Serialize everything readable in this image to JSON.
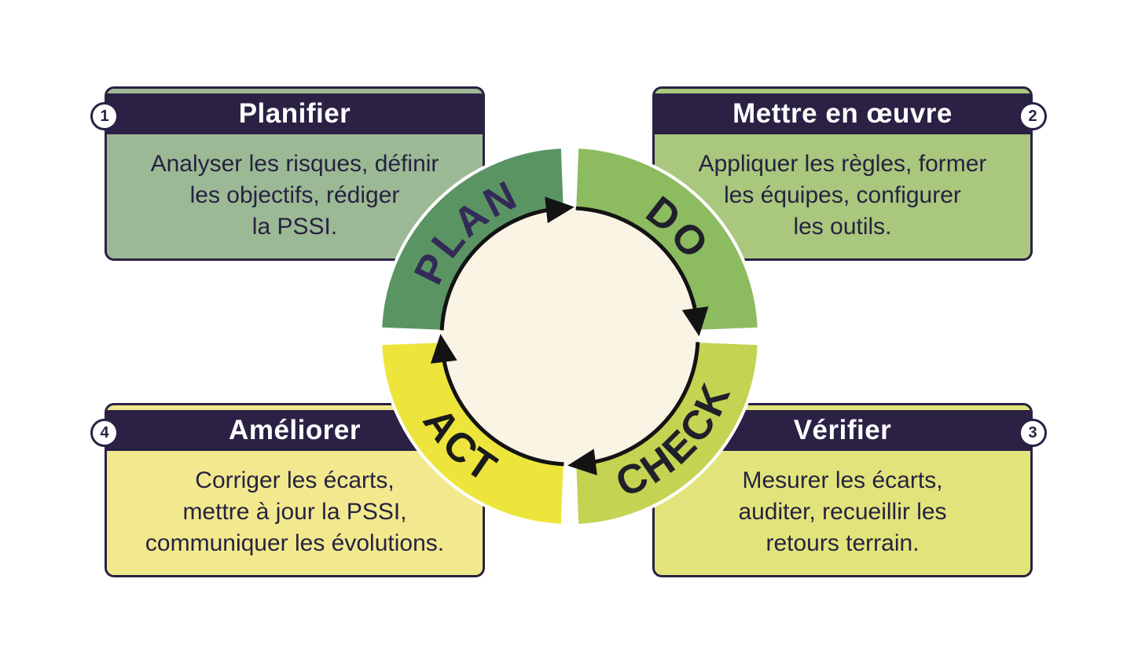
{
  "cards": [
    {
      "number": "1",
      "title": "Planifier",
      "body": "Analyser les risques, définir\nles objectifs, rédiger\nla PSSI.",
      "body_bg": "#9cb995"
    },
    {
      "number": "2",
      "title": "Mettre en œuvre",
      "body": "Appliquer les règles, former\nles équipes, configurer\nles outils.",
      "body_bg": "#a9c77d"
    },
    {
      "number": "3",
      "title": "Vérifier",
      "body": "Mesurer les écarts,\nauditer, recueillir les\nretours terrain.",
      "body_bg": "#e2e47b"
    },
    {
      "number": "4",
      "title": "Améliorer",
      "body": "Corriger les écarts,\nmettre à jour la PSSI,\ncommuniquer les évolutions.",
      "body_bg": "#f2e98e"
    }
  ],
  "ring": {
    "segments": [
      {
        "label": "PLAN",
        "color": "#5a9463",
        "label_color": "#332a58"
      },
      {
        "label": "DO",
        "color": "#8cbb60",
        "label_color": "#20202a"
      },
      {
        "label": "CHECK",
        "color": "#c4d351",
        "label_color": "#20202a"
      },
      {
        "label": "ACT",
        "color": "#ede53c",
        "label_color": "#1a1a1a"
      }
    ],
    "inner_fill": "#faf4e5",
    "arrow_color": "#131313",
    "direction": "clockwise"
  },
  "colors": {
    "header_bg": "#2a2144",
    "header_text": "#ffffff",
    "body_text": "#262240",
    "card_border": "#2a2144",
    "background": "#ffffff"
  }
}
